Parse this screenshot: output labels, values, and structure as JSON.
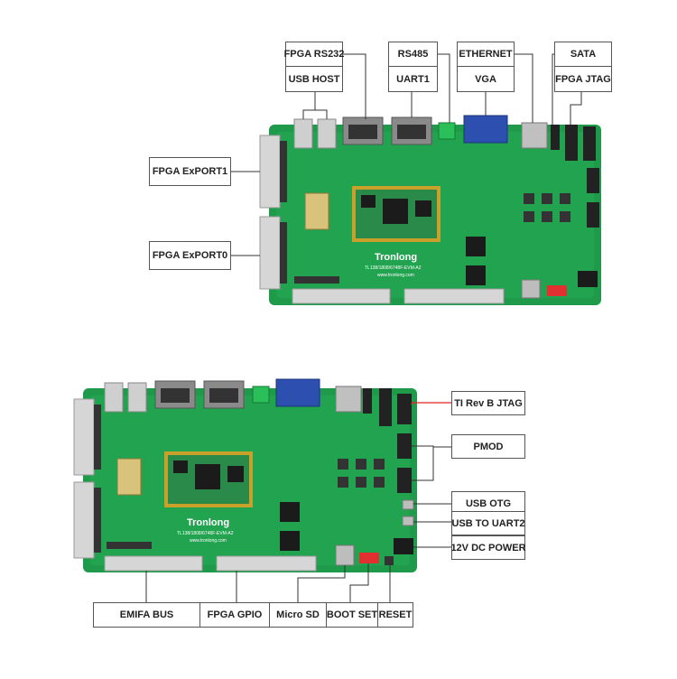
{
  "top_board": {
    "brand": "Tronlong",
    "model": "TL138/1808/6748F-EVM-A2",
    "website": "www.tronlong.com"
  },
  "bottom_board": {
    "brand": "Tronlong",
    "model": "TL138/1808/6748F-EVM-A2",
    "website": "www.tronlong.com"
  },
  "labels": {
    "fpga_rs232": "FPGA RS232",
    "usb_host": "USB HOST",
    "rs485": "RS485",
    "uart1": "UART1",
    "ethernet": "ETHERNET",
    "vga": "VGA",
    "sata": "SATA",
    "fpga_jtag": "FPGA JTAG",
    "fpga_export1": "FPGA ExPORT1",
    "fpga_export0": "FPGA ExPORT0",
    "ti_jtag": "TI Rev B JTAG",
    "pmod": "PMOD",
    "usb_otg": "USB OTG",
    "usb_to_uart2": "USB TO UART2",
    "dc_power": "12V DC POWER",
    "emifa_bus": "EMIFA BUS",
    "fpga_gpio": "FPGA GPIO",
    "micro_sd": "Micro SD",
    "boot_set": "BOOT SET",
    "reset": "RESET"
  },
  "colors": {
    "pcb": "#1f9a4a",
    "pcb_dark": "#16783a",
    "header": "#d9d9d9",
    "chip": "#1b1b1b",
    "gold": "#c9a02a",
    "vga_blue": "#2c4fb0",
    "leader_red": "#e02020",
    "leader_dark": "#333333"
  }
}
